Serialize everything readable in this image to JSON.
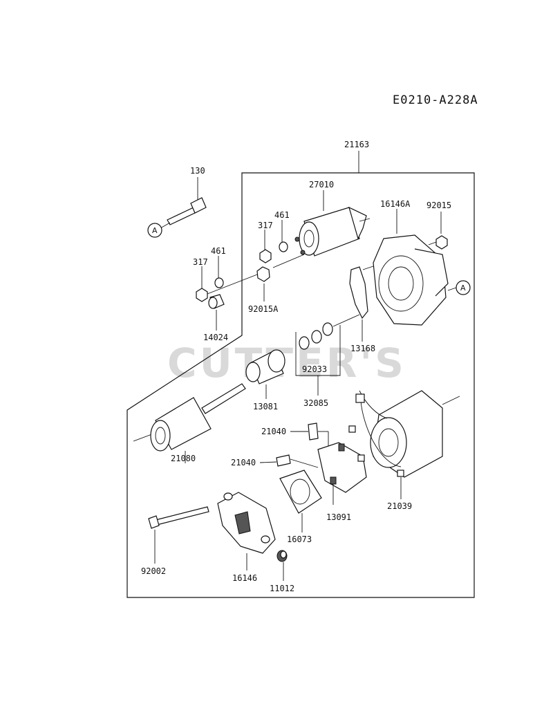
{
  "diagram_code": "E0210-A228A",
  "watermark": "CUTTER'S",
  "callout_letter": "A",
  "labels": {
    "p21163": "21163",
    "p130": "130",
    "p27010": "27010",
    "p16146A": "16146A",
    "p92015": "92015",
    "p461a": "461",
    "p317a": "317",
    "p461b": "461",
    "p317b": "317",
    "p92015A": "92015A",
    "p14024": "14024",
    "p13168": "13168",
    "p92033": "92033",
    "p13081": "13081",
    "p32085": "32085",
    "p21080": "21080",
    "p21040a": "21040",
    "p21040b": "21040",
    "p13091": "13091",
    "p21039": "21039",
    "p16073": "16073",
    "p92002": "92002",
    "p16146": "16146",
    "p11012": "11012"
  }
}
